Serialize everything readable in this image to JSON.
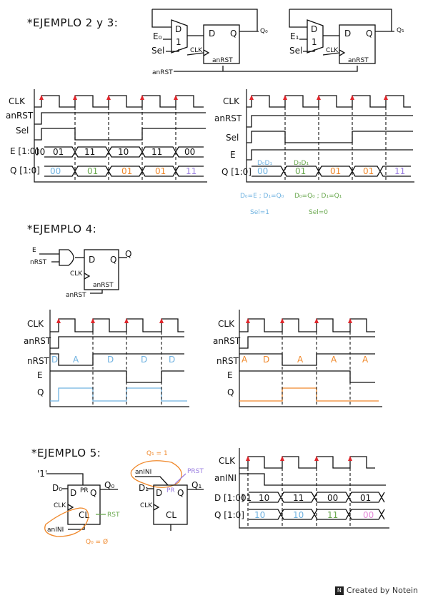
{
  "headings": {
    "ex23": "*EJEMPLO 2 y 3:",
    "ex4": "*EJEMPLO 4:",
    "ex5": "*EJEMPLO 5:"
  },
  "circuit23": {
    "mux_top": "D",
    "mux_bottom": "1",
    "ff_d": "D",
    "ff_q": "Q",
    "clk": "CLK",
    "anrst": "anRST",
    "in0": "E₀",
    "in1": "E₁",
    "sel": "Sel",
    "q0": "Q₀",
    "q1": "Q₁",
    "bus_anrst": "anRST"
  },
  "timing_labels": {
    "clk": "CLK",
    "anrst": "anRST",
    "sel": "Sel",
    "e_bus": "E [1:0]",
    "q_bus": "Q [1:0]",
    "e": "E",
    "q": "Q",
    "nrst": "nRST",
    "anini": "anINI",
    "d_bus": "D [1:0]"
  },
  "wave23_left": {
    "e_values": [
      "00",
      "01",
      "11",
      "10",
      "11",
      "00"
    ],
    "q_values": [
      "00",
      "01",
      "01",
      "01",
      "11"
    ]
  },
  "wave23_right": {
    "q_values": [
      "00",
      "01",
      "01",
      "01",
      "11"
    ],
    "q_tags": [
      "D₀D₁",
      "D₀D₁"
    ],
    "note1a": "D₀=E ; D₁=Q₀",
    "note1b": "D₀=Q₀ ; D₁=Q₁",
    "note2a": "Sel=1",
    "note2b": "Sel=0"
  },
  "circuit4": {
    "e": "E",
    "nrst": "nRST",
    "d": "D",
    "q": "Q",
    "q_out": "Q",
    "clk": "CLK",
    "anrst_in": "anRST",
    "anrst_box": "anRST"
  },
  "wave4_left": {
    "nrst_tags": [
      "D",
      "A",
      "D",
      "D",
      "D"
    ]
  },
  "wave4_right": {
    "nrst_tags": [
      "A",
      "D",
      "A",
      "A",
      "A"
    ]
  },
  "circuit5": {
    "one": "'1'",
    "d0": "D₀",
    "d": "D",
    "pr": "PR",
    "q": "Q",
    "q0": "Q₀",
    "clk": "CLK",
    "cl": "CL",
    "anini": "anINI",
    "rst": "RST",
    "q0_note": "Q₀ = Ø",
    "q1_note": "Q₁ = 1",
    "anini2": "anINI",
    "prst": "PRST",
    "d1": "D₁",
    "q1": "Q₁",
    "clk2": "CLK",
    "cl2": "CL"
  },
  "wave5": {
    "d_values": [
      "01",
      "10",
      "11",
      "00",
      "01"
    ],
    "q_values": [
      "10",
      "10",
      "11",
      "00"
    ]
  },
  "footer": {
    "text": "Created by Notein"
  },
  "colors": {
    "blue": "#6fb2e0",
    "green": "#6aa84f",
    "orange": "#f0882a",
    "purple": "#9b7fe0",
    "pink": "#e58ad8",
    "red": "#e0262b"
  }
}
